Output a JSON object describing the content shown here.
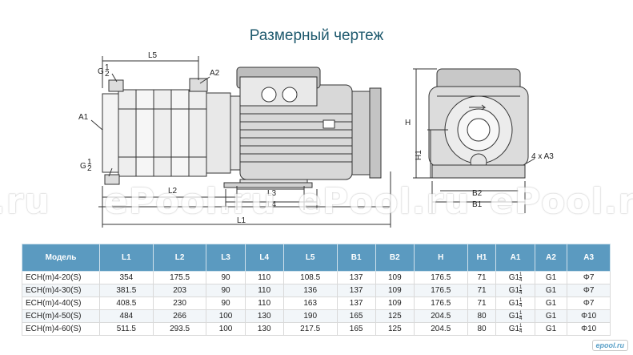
{
  "title": "Размерный чертеж",
  "watermark": "ePool.ru",
  "watermark_partial": ".ru",
  "logo": "epool.ru",
  "drawing_labels": {
    "L5": "L5",
    "L2": "L2",
    "L3": "L3",
    "L4": "L4",
    "L1": "L1",
    "A1": "A1",
    "A2": "A2",
    "G_top": "G",
    "G_top_frac_num": "1",
    "G_top_frac_den": "2",
    "G_bot": "G",
    "G_bot_frac_num": "1",
    "G_bot_frac_den": "2",
    "H": "H",
    "H1": "H1",
    "B1": "B1",
    "B2": "B2",
    "A3": "4 x A3"
  },
  "colors": {
    "header": "#5b9ac0",
    "title": "#1f5a6e",
    "line": "#333333"
  },
  "table": {
    "headers": [
      "Модель",
      "L1",
      "L2",
      "L3",
      "L4",
      "L5",
      "B1",
      "B2",
      "H",
      "H1",
      "A1",
      "A2",
      "A3"
    ],
    "rows": [
      {
        "model": "ECH(m)4-20(S)",
        "L1": "354",
        "L2": "175.5",
        "L3": "90",
        "L4": "110",
        "L5": "108.5",
        "B1": "137",
        "B2": "109",
        "H": "176.5",
        "H1": "71",
        "A1": "G1",
        "A1_num": "1",
        "A1_den": "4",
        "A2": "G1",
        "A3": "Φ7"
      },
      {
        "model": "ECH(m)4-30(S)",
        "L1": "381.5",
        "L2": "203",
        "L3": "90",
        "L4": "110",
        "L5": "136",
        "B1": "137",
        "B2": "109",
        "H": "176.5",
        "H1": "71",
        "A1": "G1",
        "A1_num": "1",
        "A1_den": "4",
        "A2": "G1",
        "A3": "Φ7"
      },
      {
        "model": "ECH(m)4-40(S)",
        "L1": "408.5",
        "L2": "230",
        "L3": "90",
        "L4": "110",
        "L5": "163",
        "B1": "137",
        "B2": "109",
        "H": "176.5",
        "H1": "71",
        "A1": "G1",
        "A1_num": "1",
        "A1_den": "4",
        "A2": "G1",
        "A3": "Φ7"
      },
      {
        "model": "ECH(m)4-50(S)",
        "L1": "484",
        "L2": "266",
        "L3": "100",
        "L4": "130",
        "L5": "190",
        "B1": "165",
        "B2": "125",
        "H": "204.5",
        "H1": "80",
        "A1": "G1",
        "A1_num": "1",
        "A1_den": "4",
        "A2": "G1",
        "A3": "Φ10"
      },
      {
        "model": "ECH(m)4-60(S)",
        "L1": "511.5",
        "L2": "293.5",
        "L3": "100",
        "L4": "130",
        "L5": "217.5",
        "B1": "165",
        "B2": "125",
        "H": "204.5",
        "H1": "80",
        "A1": "G1",
        "A1_num": "1",
        "A1_den": "4",
        "A2": "G1",
        "A3": "Φ10"
      }
    ]
  }
}
